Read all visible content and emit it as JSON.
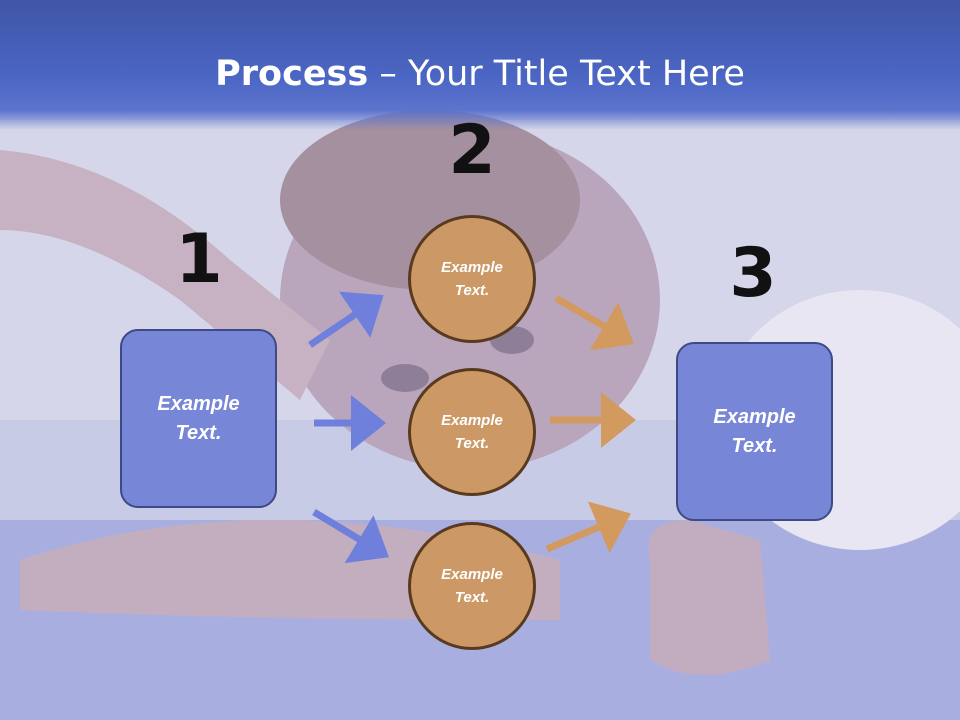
{
  "slide": {
    "title_bold": "Process",
    "title_rest": " – Your Title Text Here"
  },
  "steps": {
    "one": {
      "number": "1",
      "text": "Example\nText."
    },
    "two": {
      "number": "2"
    },
    "three": {
      "number": "3",
      "text": "Example\nText."
    }
  },
  "circles": [
    {
      "text": "Example\nText."
    },
    {
      "text": "Example\nText."
    },
    {
      "text": "Example\nText."
    }
  ],
  "colors": {
    "header": "#4b66c4",
    "box_fill": "#7886d8",
    "circle_fill": "#cc9966",
    "arrow_blue": "#6f80dc",
    "arrow_orange": "#d39a60"
  }
}
